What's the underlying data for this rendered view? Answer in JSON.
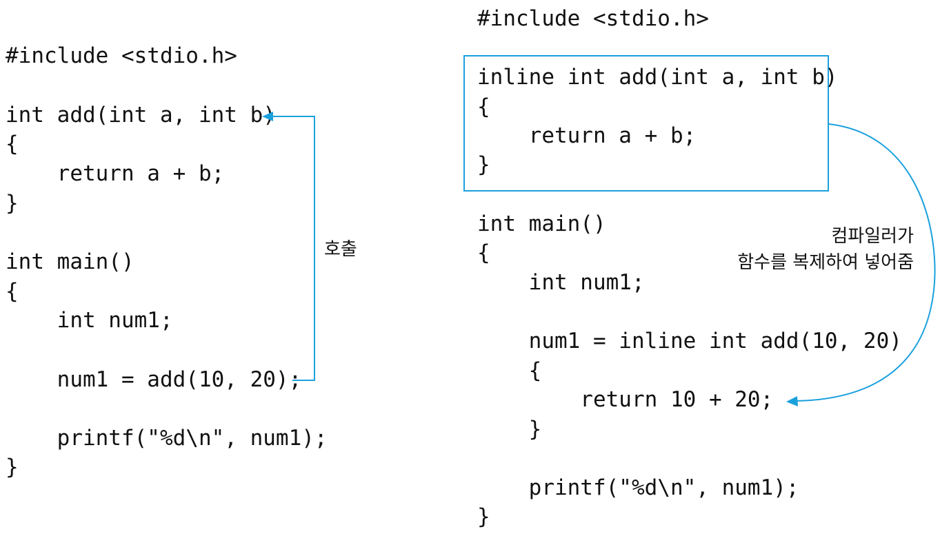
{
  "left_code": {
    "lines": [
      "#include <stdio.h>",
      "int add(int a, int b)",
      "{",
      "    return a + b;",
      "}",
      "int main()",
      "{",
      "    int num1;",
      "    num1 = add(10, 20);",
      "    printf(\"%d\\n\", num1);",
      "}"
    ]
  },
  "left_annotation": {
    "label": "호출"
  },
  "right_code": {
    "lines": [
      "#include <stdio.h>",
      "inline int add(int a, int b)",
      "{",
      "    return a + b;",
      "}",
      "int main()",
      "{",
      "    int num1;",
      "    num1 = inline int add(10, 20)",
      "    {",
      "        return 10 + 20;",
      "    }",
      "    printf(\"%d\\n\", num1);",
      "}"
    ]
  },
  "right_annotation": {
    "line1": "컴파일러가",
    "line2": "함수를 복제하여 넣어줌"
  },
  "colors": {
    "accent": "#1aa0dc",
    "text": "#111111"
  }
}
